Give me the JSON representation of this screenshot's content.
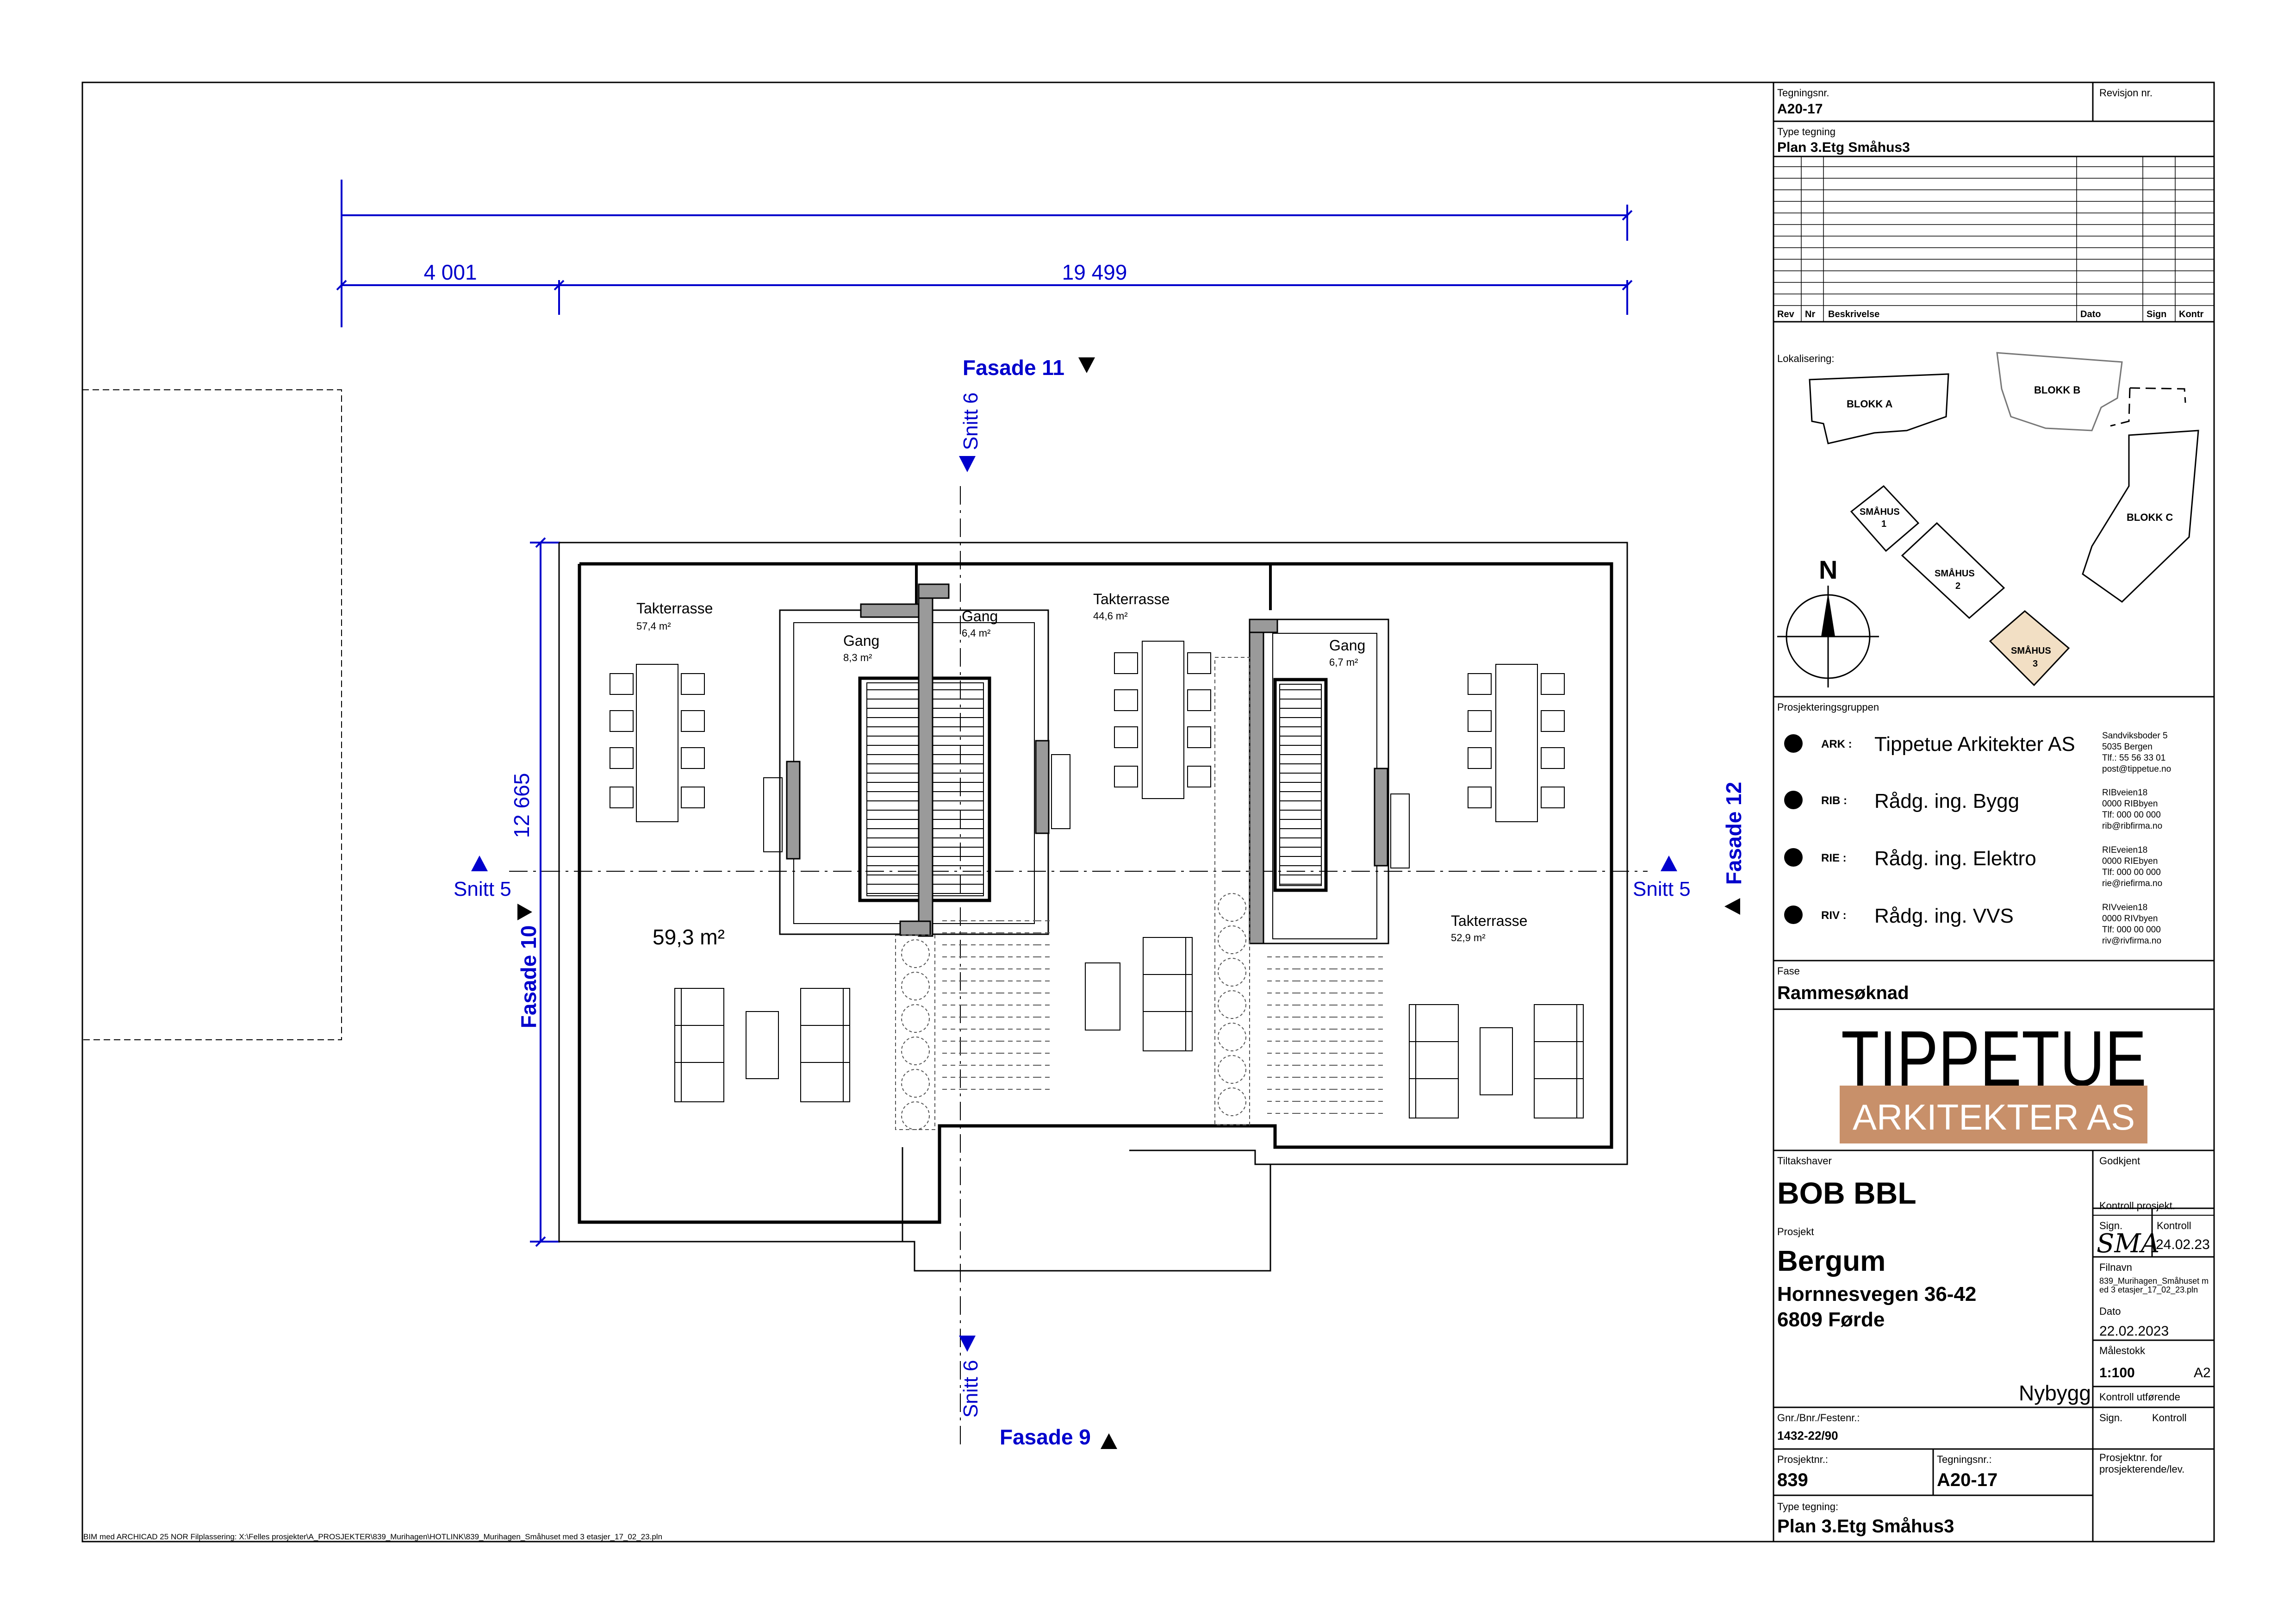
{
  "drawing": {
    "dimensions": {
      "overall": "",
      "left": "4 001",
      "right": "19 499",
      "vertical": "12 665"
    },
    "markers": {
      "fasade_11": "Fasade 11",
      "fasade_9": "Fasade 9",
      "fasade_10": "Fasade 10",
      "fasade_12": "Fasade 12",
      "snitt_6_top": "Snitt 6",
      "snitt_6_bottom": "Snitt 6",
      "snitt_5_left": "Snitt 5",
      "snitt_5_right": "Snitt 5"
    },
    "rooms": [
      {
        "name": "Takterrasse",
        "area": "57,4 m²"
      },
      {
        "name": "Gang",
        "area": "8,3 m²"
      },
      {
        "name": "Gang",
        "area": "6,4 m²"
      },
      {
        "name": "Takterrasse",
        "area": "44,6 m²"
      },
      {
        "name": "Gang",
        "area": "6,7 m²"
      },
      {
        "name": "Takterrasse",
        "area": "52,9 m²"
      }
    ],
    "big_area": "59,3 m²",
    "footer_path": "BIM med ARCHICAD 25 NOR     Filplassering: X:\\Felles prosjekter\\A_PROSJEKTER\\839_Murihagen\\HOTLINK\\839_Murihagen_Småhuset med 3 etasjer_17_02_23.pln",
    "colors": {
      "annotation_blue": "#0000cc",
      "wall_grey": "#9a9a9a",
      "highlight": "#f2dfc4",
      "logo_band": "#c8906a"
    }
  },
  "title_block": {
    "tegningsnr_label": "Tegningsnr.",
    "tegningsnr_value": "A20-17",
    "revisjon_label": "Revisjon nr.",
    "type_tegning_label": "Type tegning",
    "type_tegning_value": "Plan 3.Etg Småhus3",
    "rev_headers": [
      "Rev",
      "Nr",
      "Beskrivelse",
      "Dato",
      "Sign",
      "Kontr"
    ],
    "lokalisering_label": "Lokalisering:",
    "buildings": {
      "blokk_a": "BLOKK A",
      "blokk_b": "BLOKK B",
      "blokk_c": "BLOKK C",
      "smahus1_a": "SMÅHUS",
      "smahus1_b": "1",
      "smahus2_a": "SMÅHUS",
      "smahus2_b": "2",
      "smahus3_a": "SMÅHUS",
      "smahus3_b": "3",
      "north": "N"
    },
    "prosjekteringsgruppen_label": "Prosjekteringsgruppen",
    "team": [
      {
        "code": "ARK :",
        "name": "Tippetue Arkitekter AS",
        "addr": [
          "Sandviksboder 5",
          "5035 Bergen",
          "Tlf.: 55 56 33 01",
          "post@tippetue.no"
        ]
      },
      {
        "code": "RIB :",
        "name": "Rådg. ing. Bygg",
        "addr": [
          "RIBveien18",
          "0000 RIBbyen",
          "Tlf: 000 00 000",
          "rib@ribfirma.no"
        ]
      },
      {
        "code": "RIE :",
        "name": "Rådg. ing. Elektro",
        "addr": [
          "RIEveien18",
          "0000 RIEbyen",
          "Tlf: 000 00 000",
          "rie@riefirma.no"
        ]
      },
      {
        "code": "RIV :",
        "name": "Rådg. ing. VVS",
        "addr": [
          "RIVveien18",
          "0000 RIVbyen",
          "Tlf: 000 00 000",
          "riv@rivfirma.no"
        ]
      }
    ],
    "fase_label": "Fase",
    "fase_value": "Rammesøknad",
    "logo_top": "TIPPETUE",
    "logo_bottom": "ARKITEKTER AS",
    "tiltakshaver_label": "Tiltakshaver",
    "tiltakshaver_value": "BOB BBL",
    "godkjent_label": "Godkjent",
    "kontroll_prosjekt_label": "Kontroll prosjekt.",
    "sign_label": "Sign.",
    "kontroll_label": "Kontroll",
    "kontroll_date": "24.02.23",
    "signature": "SMA",
    "prosjekt_label": "Prosjekt",
    "prosjekt_name": "Bergum",
    "prosjekt_address1": "Hornnesvegen 36-42",
    "prosjekt_address2": "6809 Førde",
    "filnavn_label": "Filnavn",
    "filnavn_value": "839_Murihagen_Småhuset med 3 etasjer_17_02_23.pln",
    "dato_label": "Dato",
    "dato_value": "22.02.2023",
    "malestokk_label": "Målestokk",
    "malestokk_value": "1:100",
    "paper_size": "A2",
    "nybygg": "Nybygg",
    "kontroll_utforende_label": "Kontroll utførende",
    "sign2_label": "Sign.",
    "kontroll2_label": "Kontroll",
    "gnr_label": "Gnr./Bnr./Festenr.:",
    "gnr_value": "1432-22/90",
    "prosjektnr_label": "Prosjektnr.:",
    "prosjektnr_value": "839",
    "tegningsnr2_label": "Tegningsnr.:",
    "tegningsnr2_value": "A20-17",
    "prosjektnr_for_label": "Prosjektnr. for prosjekterende/lev.",
    "type_tegning2_label": "Type tegning:",
    "type_tegning2_value": "Plan 3.Etg Småhus3"
  }
}
